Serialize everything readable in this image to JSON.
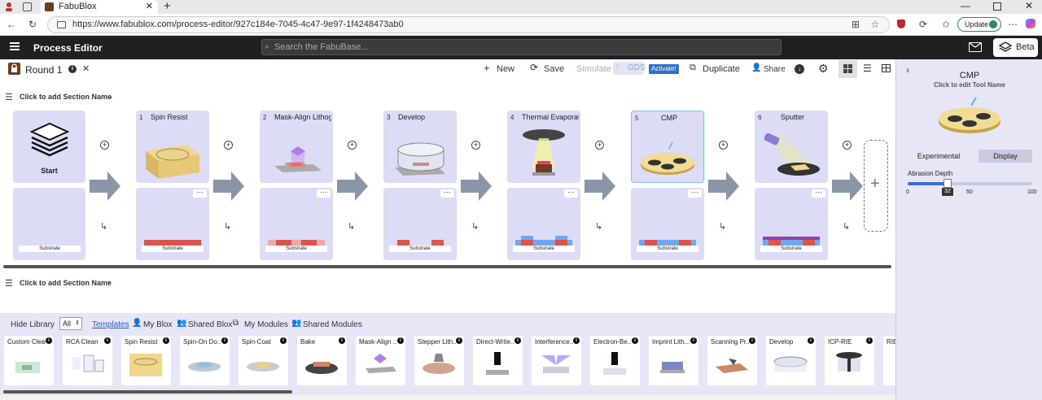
{
  "browser": {
    "tab_title": "FabuBlox",
    "url": "https://www.fabublox.com/process-editor/927c184e-7045-4c47-9e97-1f4248473ab0",
    "update_label": "Update"
  },
  "header": {
    "title": "Process Editor",
    "search_placeholder": "Search the FabuBase...",
    "beta_label": "Beta"
  },
  "toolbar": {
    "round_name": "Round 1",
    "new_label": "New",
    "save_label": "Save",
    "simulate_label": "Simulate",
    "gds_label": "GDS",
    "activate_label": "Activate!",
    "duplicate_label": "Duplicate",
    "share_label": "Share"
  },
  "sections": [
    {
      "label": "Click to add Section Name"
    },
    {
      "label": "Click to add Section Name"
    }
  ],
  "start_label": "Start",
  "substrate_label": "Substrate",
  "steps": [
    {
      "num": "1",
      "title": "Spin Resist"
    },
    {
      "num": "2",
      "title": "Mask-Align Lithogr..."
    },
    {
      "num": "3",
      "title": "Develop"
    },
    {
      "num": "4",
      "title": "Thermal Evaporation"
    },
    {
      "num": "5",
      "title": "CMP"
    },
    {
      "num": "6",
      "title": "Sputter"
    }
  ],
  "right_panel": {
    "title": "CMP",
    "subtitle": "Click to edit Tool Name",
    "tab_experimental": "Experimental",
    "tab_display": "Display",
    "slider_label": "Abrasion Depth",
    "slider_min": "0",
    "slider_mid": "50",
    "slider_max": "100",
    "slider_value": "32"
  },
  "library": {
    "hide_label": "Hide Library",
    "filter_value": "All",
    "tabs": [
      "Templates",
      "My Blox",
      "Shared Blox",
      "My Modules",
      "Shared Modules"
    ],
    "items": [
      "Custom Clean",
      "RCA Clean",
      "Spin Resist",
      "Spin-On Do...",
      "Spin-Coat",
      "Bake",
      "Mask-Align ...",
      "Stepper Lith...",
      "Direct-Write...",
      "Interference...",
      "Electron-Be...",
      "Imprint Lith...",
      "Scanning Pr...",
      "Develop",
      "ICP-RIE",
      "RIE"
    ]
  },
  "colors": {
    "card_bg": "#dcdcf7",
    "selected_border": "#7fc6e6",
    "header_bg": "#202022",
    "resist_red": "#d9534f",
    "resist_pink": "#f2a6a6",
    "metal_blue": "#6fa8f0",
    "purple_layer": "#8e44ad",
    "slider_blue": "#3b6fd1"
  }
}
